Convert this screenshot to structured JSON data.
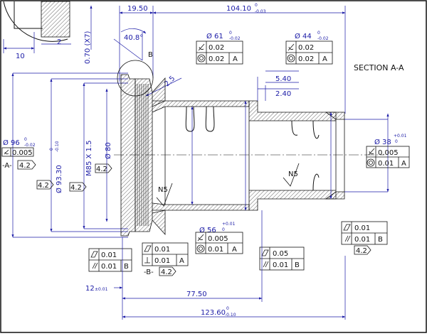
{
  "title": "SECTION A-A",
  "detail_label": "B",
  "detail_dims": {
    "small_ten": "10",
    "small_two": "2",
    "seventy": "0.70 (X7)"
  },
  "angle": "40.8°",
  "chamfer": "2.5",
  "datum_labels": {
    "a": "-A-",
    "b": "-B-"
  },
  "roughness": {
    "n5": "N5",
    "n5b": "N5",
    "r42": "4.2"
  },
  "dims": {
    "d_top_left": {
      "val": "19.50"
    },
    "d_top_long": {
      "val": "104.10",
      "up": "0",
      "low": "-0.03"
    },
    "d_540": {
      "val": "5.40"
    },
    "d_240": {
      "val": "2.40"
    },
    "d_12": {
      "val": "12",
      "tol": "±0.01"
    },
    "d_7750": {
      "val": "77.50"
    },
    "d_12360": {
      "val": "123.60",
      "up": "0",
      "low": "-0.10"
    },
    "d_dia61": {
      "val": "Ø 61",
      "up": "0",
      "low": "-0.02"
    },
    "d_dia44": {
      "val": "Ø 44",
      "up": "0",
      "low": "-0.02"
    },
    "d_dia96": {
      "val": "Ø 96",
      "up": "0",
      "low": "-0.02"
    },
    "d_dia9330": {
      "val": "Ø 93.30",
      "up": "0",
      "low": "-0.10"
    },
    "d_m85": {
      "val": "M85 X 1.5"
    },
    "d_dia80": {
      "val": "Ø 80"
    },
    "d_dia38": {
      "val": "Ø 38",
      "up": "+0.01",
      "low": "0"
    },
    "d_dia56": {
      "val": "Ø 56",
      "up": "+0.01",
      "low": "0"
    }
  },
  "fcf": {
    "f61": [
      {
        "sym": "cylindricity",
        "val": "0.02",
        "datum": ""
      },
      {
        "sym": "concentricity",
        "val": "0.02",
        "datum": "A"
      }
    ],
    "f44": [
      {
        "sym": "cylindricity",
        "val": "0.02",
        "datum": ""
      },
      {
        "sym": "concentricity",
        "val": "0.02",
        "datum": "A"
      }
    ],
    "f96": [
      {
        "sym": "cylindricity",
        "val": "0.005",
        "datum": ""
      }
    ],
    "f38": [
      {
        "sym": "cylindricity",
        "val": "0.005",
        "datum": ""
      },
      {
        "sym": "concentricity",
        "val": "0.01",
        "datum": "A"
      }
    ],
    "f56": [
      {
        "sym": "cylindricity",
        "val": "0.005",
        "datum": ""
      },
      {
        "sym": "concentricity",
        "val": "0.01",
        "datum": "A"
      }
    ],
    "fA": [
      {
        "sym": "flatness",
        "val": "0.01",
        "datum": ""
      },
      {
        "sym": "parallelism",
        "val": "0.01",
        "datum": "B"
      }
    ],
    "fB": [
      {
        "sym": "flatness",
        "val": "0.01",
        "datum": ""
      },
      {
        "sym": "perpendicularity",
        "val": "0.01",
        "datum": "A"
      }
    ],
    "fC": [
      {
        "sym": "flatness",
        "val": "0.05",
        "datum": ""
      },
      {
        "sym": "parallelism",
        "val": "0.01",
        "datum": "B"
      }
    ],
    "fD": [
      {
        "sym": "flatness",
        "val": "0.01",
        "datum": ""
      },
      {
        "sym": "parallelism",
        "val": "0.01",
        "datum": "B"
      }
    ]
  }
}
